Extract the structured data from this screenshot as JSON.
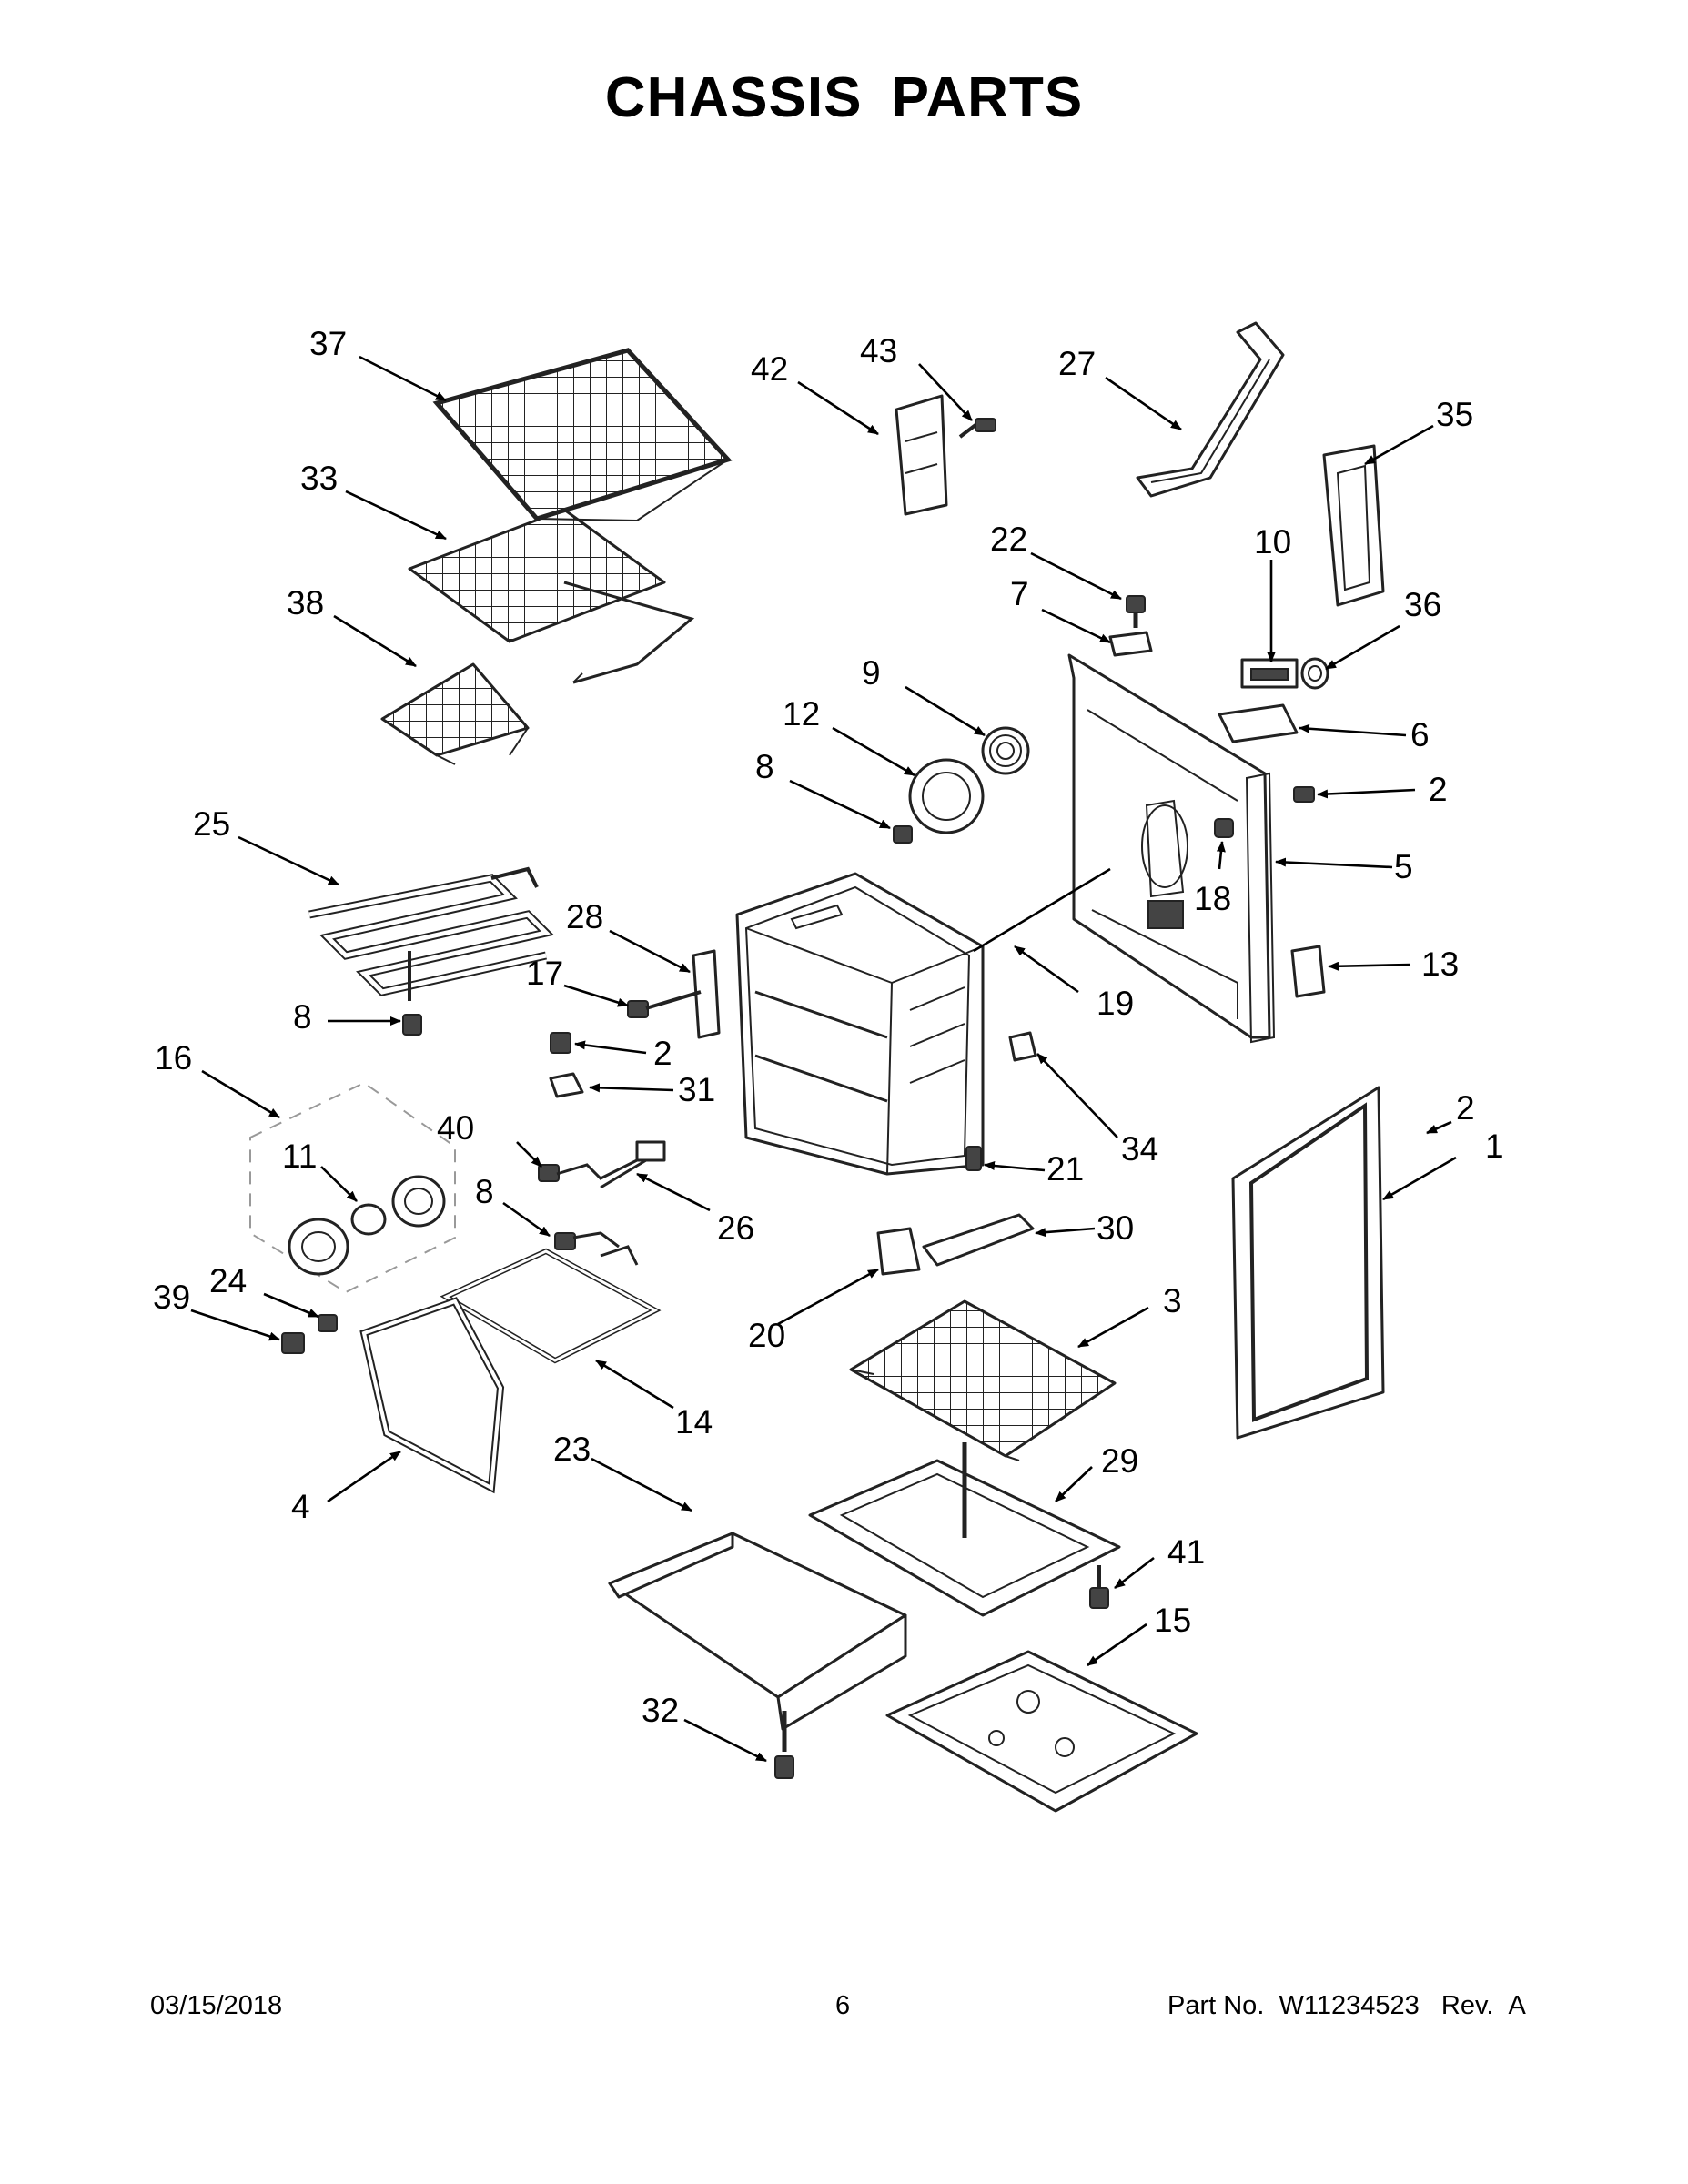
{
  "title": "CHASSIS PARTS",
  "callouts": [
    "37",
    "42",
    "43",
    "27",
    "35",
    "33",
    "22",
    "10",
    "38",
    "7",
    "36",
    "9",
    "6",
    "12",
    "2",
    "8",
    "5",
    "25",
    "18",
    "28",
    "13",
    "17",
    "19",
    "8",
    "2",
    "16",
    "31",
    "2",
    "40",
    "1",
    "11",
    "21",
    "34",
    "8",
    "26",
    "30",
    "24",
    "39",
    "20",
    "3",
    "14",
    "29",
    "23",
    "4",
    "41",
    "15",
    "32"
  ],
  "footer": {
    "date": "03/15/2018",
    "page": "6",
    "part_label": "Part No.",
    "part_number": "W11234523",
    "rev_label": "Rev.",
    "rev": "A"
  }
}
